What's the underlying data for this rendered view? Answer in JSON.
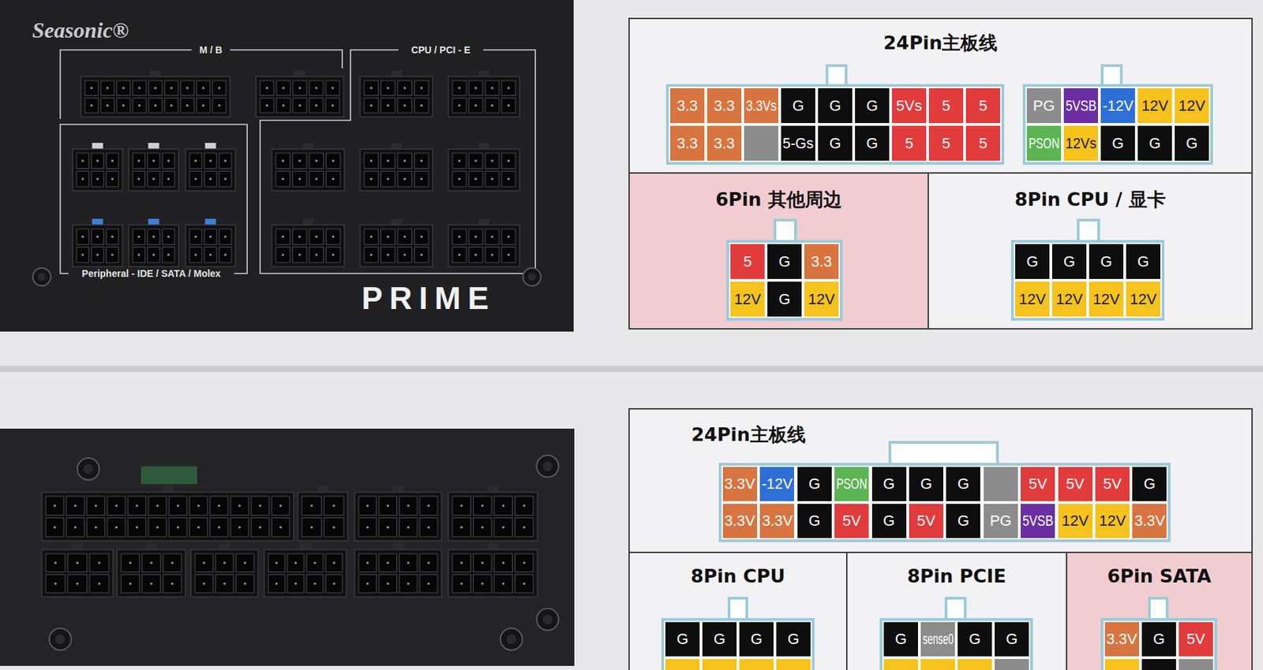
{
  "diagram": {
    "nodes": [
      {
        "text": [
          "24Pin主板线"
        ]
      },
      {
        "text": [
          "6Pin 其他周边"
        ]
      },
      {
        "text": [
          "8Pin CPU / 显卡"
        ]
      },
      {
        "text": [
          "24Pin主板线"
        ]
      },
      {
        "text": [
          "8Pin CPU"
        ]
      },
      {
        "text": [
          "8Pin PCIE"
        ]
      },
      {
        "text": [
          "6Pin SATA"
        ]
      }
    ],
    "labels": [
      "Seasonic®",
      "M / B",
      "CPU / PCI - E",
      "Peripheral - IDE / SATA / Molex",
      "PRIME",
      "3.3",
      "3.3",
      "3.3Vs",
      "G",
      "G",
      "G",
      "5Vs",
      "5",
      "5",
      "3.3",
      "3.3",
      "5-Gs",
      "G",
      "G",
      "5",
      "5",
      "5",
      "PG",
      "5VSB",
      "-12V",
      "12V",
      "12V",
      "PSON",
      "12Vs",
      "G",
      "G",
      "G",
      "5",
      "G",
      "3.3",
      "12V",
      "G",
      "12V",
      "G",
      "G",
      "G",
      "G",
      "12V",
      "12V",
      "12V",
      "12V",
      "3.3V",
      "-12V",
      "G",
      "PSON",
      "G",
      "G",
      "G",
      "5V",
      "5V",
      "5V",
      "G",
      "3.3V",
      "3.3V",
      "G",
      "5V",
      "G",
      "5V",
      "G",
      "PG",
      "5VSB",
      "12V",
      "12V",
      "3.3V",
      "G",
      "G",
      "G",
      "G",
      "G",
      "sense0",
      "G",
      "G",
      "3.3V",
      "G",
      "5V"
    ]
  }
}
